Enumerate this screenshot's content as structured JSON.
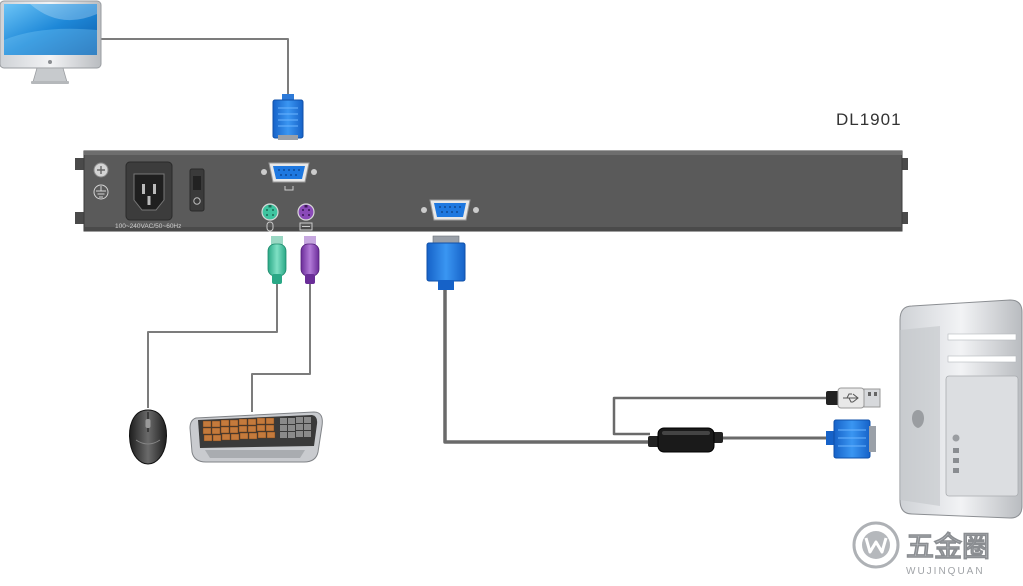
{
  "device": {
    "model": "DL1901",
    "power_label": "100~240VAC/50~60Hz"
  },
  "colors": {
    "panel": "#5a5a5a",
    "vga_blue": "#1e78e0",
    "ps2_green": "#3fc4a0",
    "ps2_purple": "#8a4ab8",
    "cable": "#8a8a8a"
  },
  "watermark": {
    "text": "五金圈",
    "sub": "WUJINQUAN"
  },
  "icons": [
    "monitor-icon",
    "mouse-icon",
    "keyboard-icon",
    "computer-tower-icon",
    "vga-connector-icon",
    "usb-connector-icon"
  ]
}
